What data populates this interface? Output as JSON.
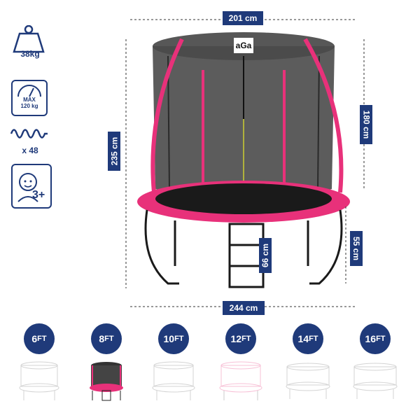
{
  "specs": {
    "weight": "38kg",
    "max_load_line1": "MAX",
    "max_load_line2": "120 kg",
    "springs": "x 48",
    "age": "3+"
  },
  "dimensions": {
    "net_diameter": "201 cm",
    "total_height": "235 cm",
    "net_height": "180 cm",
    "ladder_height": "66 cm",
    "frame_height": "55 cm",
    "frame_diameter": "244 cm"
  },
  "brand_logo": "aGa",
  "sizes": [
    {
      "num": "6",
      "unit": "FT"
    },
    {
      "num": "8",
      "unit": "FT"
    },
    {
      "num": "10",
      "unit": "FT"
    },
    {
      "num": "12",
      "unit": "FT"
    },
    {
      "num": "14",
      "unit": "FT"
    },
    {
      "num": "16",
      "unit": "FT"
    }
  ],
  "selected_size_index": 1,
  "colors": {
    "accent": "#1f3a7a",
    "pad": "#e8317a",
    "net": "#2a2a2a"
  }
}
